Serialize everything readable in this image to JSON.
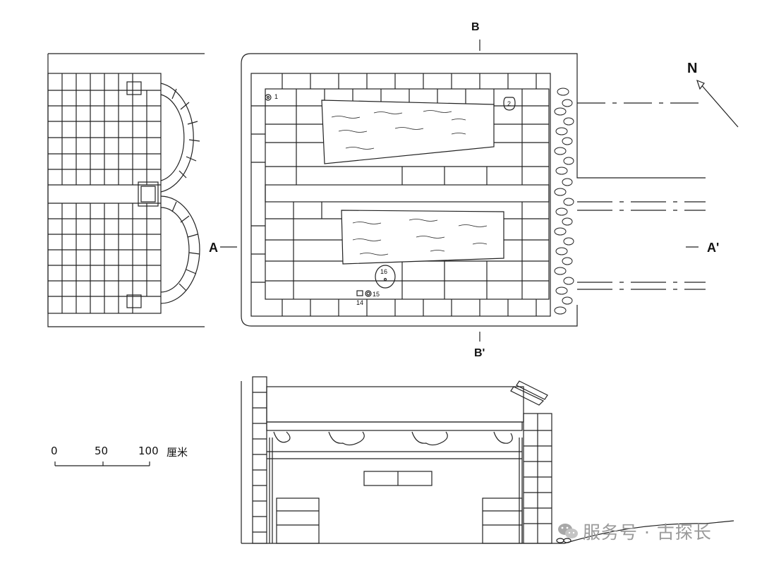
{
  "section_labels": {
    "a": "A",
    "a_prime": "A'",
    "b": "B",
    "b_prime": "B'"
  },
  "north": "N",
  "finds": [
    "1",
    "2",
    "14",
    "15",
    "16"
  ],
  "scale_bar": {
    "ticks": [
      "0",
      "50",
      "100"
    ],
    "unit": "厘米"
  },
  "watermark": "服务号 · 古探长",
  "icons": [
    "wechat-icon",
    "north-arrow-icon"
  ]
}
